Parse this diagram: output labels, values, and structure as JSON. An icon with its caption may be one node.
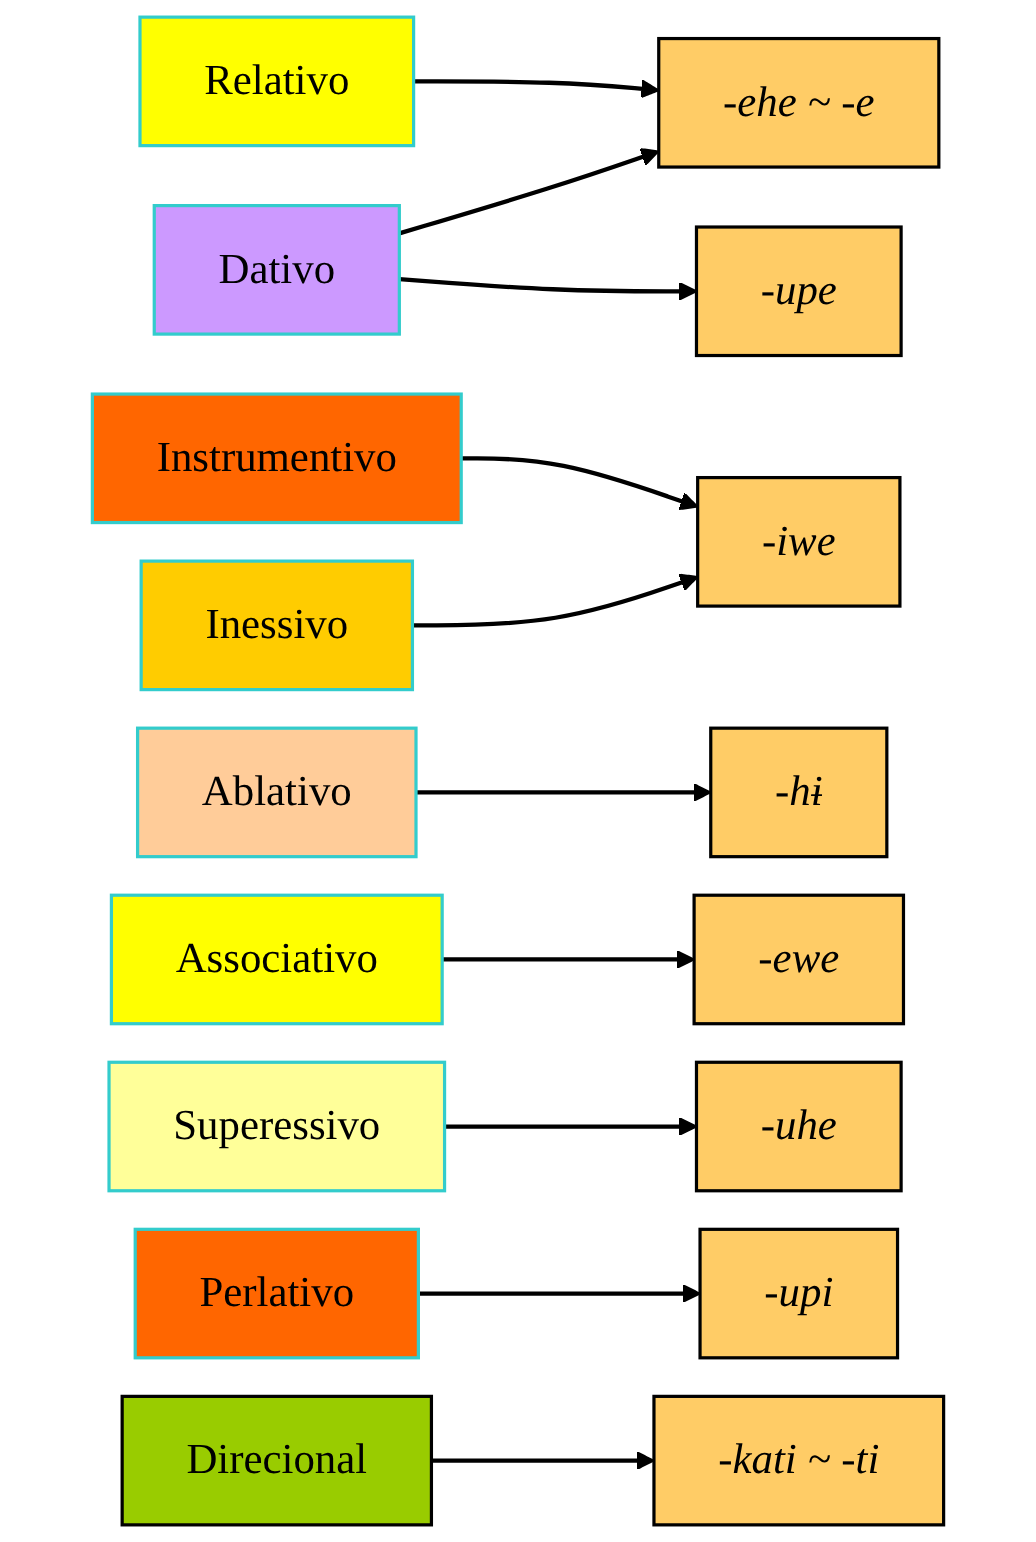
{
  "diagram": {
    "nodes": [
      {
        "text": [
          "Relativo"
        ]
      },
      {
        "text": [
          "-ehe ~ -e"
        ]
      },
      {
        "text": [
          "Dativo"
        ]
      },
      {
        "text": [
          "-upe"
        ]
      },
      {
        "text": [
          "Instrumentivo"
        ]
      },
      {
        "text": [
          "-iwe"
        ]
      },
      {
        "text": [
          "Inessivo"
        ]
      },
      {
        "text": [
          "Ablativo"
        ]
      },
      {
        "text": [
          "-hɨ"
        ]
      },
      {
        "text": [
          "Associativo"
        ]
      },
      {
        "text": [
          "-ewe"
        ]
      },
      {
        "text": [
          "Superessivo"
        ]
      },
      {
        "text": [
          "-uhe"
        ]
      },
      {
        "text": [
          "Perlativo"
        ]
      },
      {
        "text": [
          "-upi"
        ]
      },
      {
        "text": [
          "Direcional"
        ]
      },
      {
        "text": [
          "-kati ~ -ti"
        ]
      }
    ],
    "edges": [
      {
        "from": 0,
        "to": 1,
        "arrow": "to"
      },
      {
        "from": 2,
        "to": 1,
        "arrow": "to"
      },
      {
        "from": 2,
        "to": 3,
        "arrow": "to"
      },
      {
        "from": 4,
        "to": 5,
        "arrow": "to"
      },
      {
        "from": 6,
        "to": 5,
        "arrow": "to"
      },
      {
        "from": 7,
        "to": 8,
        "arrow": "to"
      },
      {
        "from": 9,
        "to": 10,
        "arrow": "to"
      },
      {
        "from": 11,
        "to": 12,
        "arrow": "to"
      },
      {
        "from": 13,
        "to": 14,
        "arrow": "to"
      },
      {
        "from": 15,
        "to": 16,
        "arrow": "to"
      }
    ]
  }
}
